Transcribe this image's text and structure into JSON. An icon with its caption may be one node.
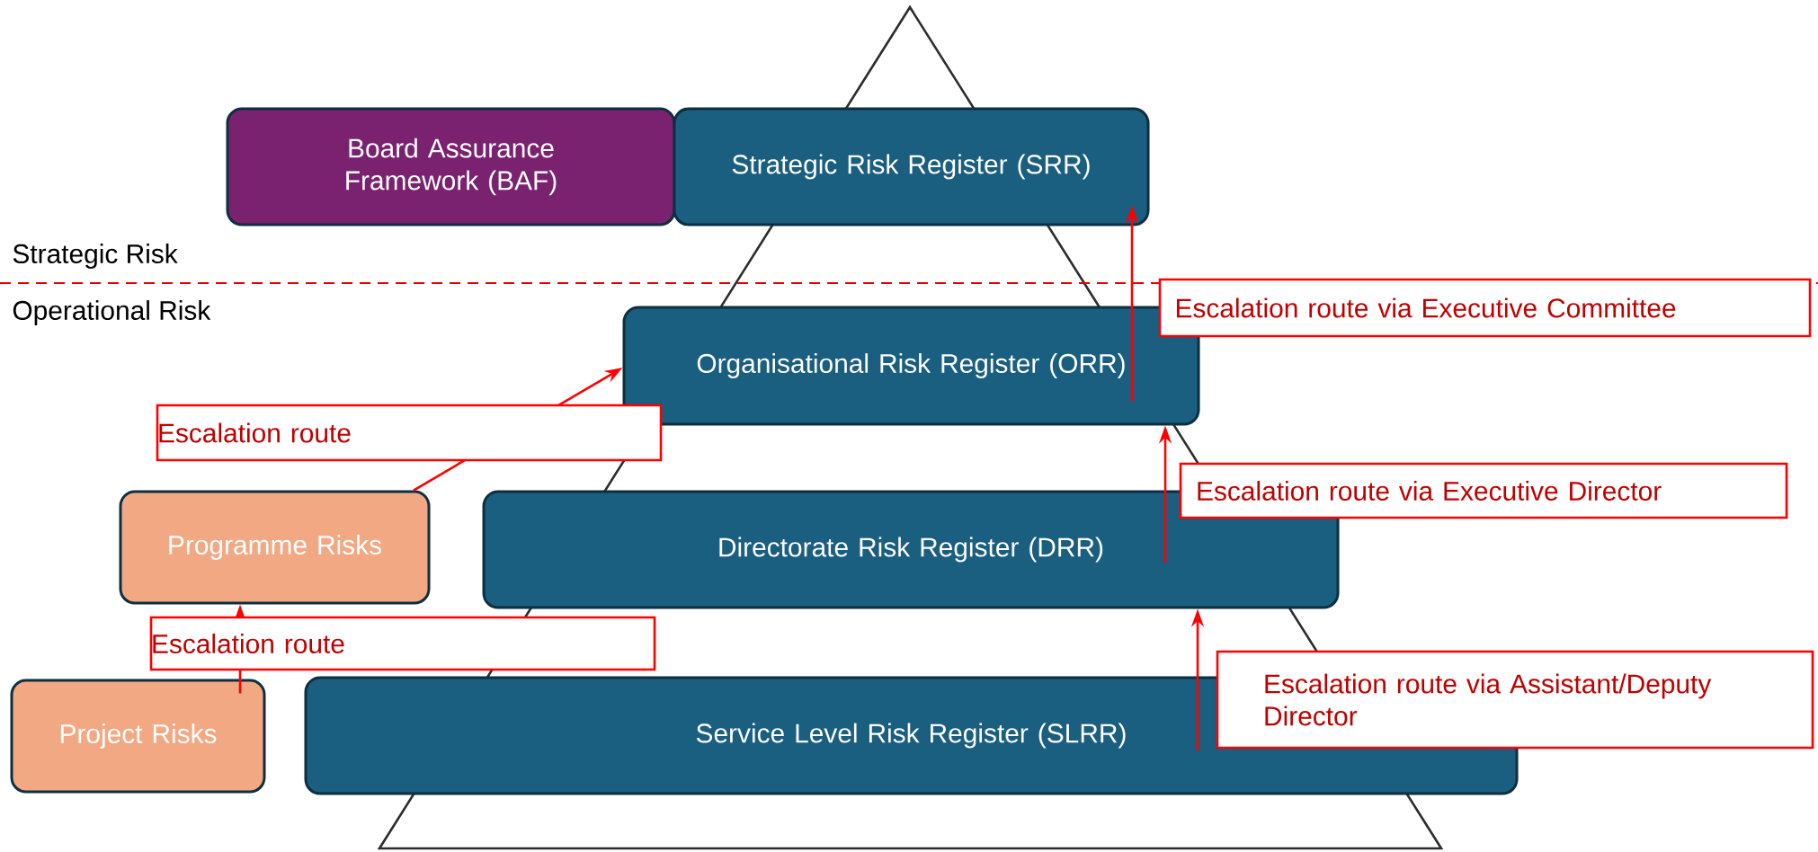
{
  "diagram": {
    "nodes": [
      {
        "text": [
          "Board Assurance Framework (BAF)"
        ]
      },
      {
        "text": [
          "Strategic Risk Register (SRR)"
        ]
      },
      {
        "text": [
          "Organisational Risk Register (ORR)"
        ]
      },
      {
        "text": [
          "Programme Risks"
        ]
      },
      {
        "text": [
          "Directorate Risk Register (DRR)"
        ]
      },
      {
        "text": [
          "Project Risks"
        ]
      },
      {
        "text": [
          "Service Level Risk Register (SLRR)"
        ]
      }
    ],
    "edges": [
      {
        "from": 5,
        "to": 3,
        "arrow": "to",
        "label": "Escalation route",
        "color": "#ff0000"
      },
      {
        "from": 3,
        "to": 2,
        "arrow": "to",
        "label": "Escalation route",
        "color": "#ff0000"
      },
      {
        "from": 6,
        "to": 4,
        "arrow": "to",
        "label": "Escalation route via Assistant/Deputy Director",
        "color": "#ff0000"
      },
      {
        "from": 4,
        "to": 2,
        "arrow": "to",
        "label": "Escalation route via Executive Director",
        "color": "#ff0000"
      },
      {
        "from": 2,
        "to": 1,
        "arrow": "to",
        "label": "Escalation route via Executive Committee",
        "color": "#ff0000"
      }
    ],
    "labels": [
      "Strategic Risk",
      "Operational Risk"
    ]
  }
}
